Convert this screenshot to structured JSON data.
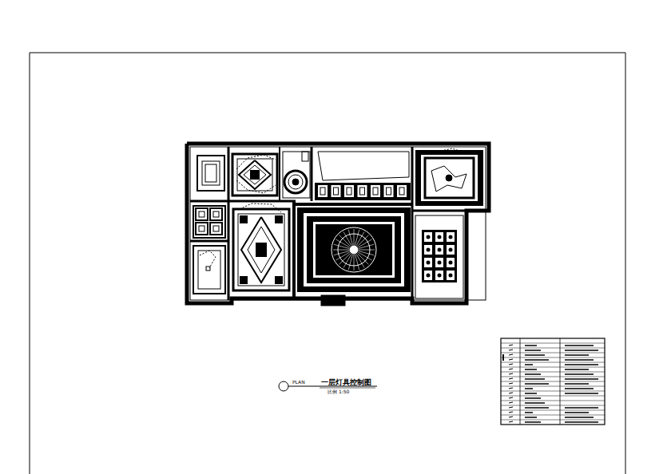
{
  "diagram": {
    "title": "一层灯具控制图",
    "labels": [
      "PLAN",
      "比例 1:50"
    ]
  }
}
